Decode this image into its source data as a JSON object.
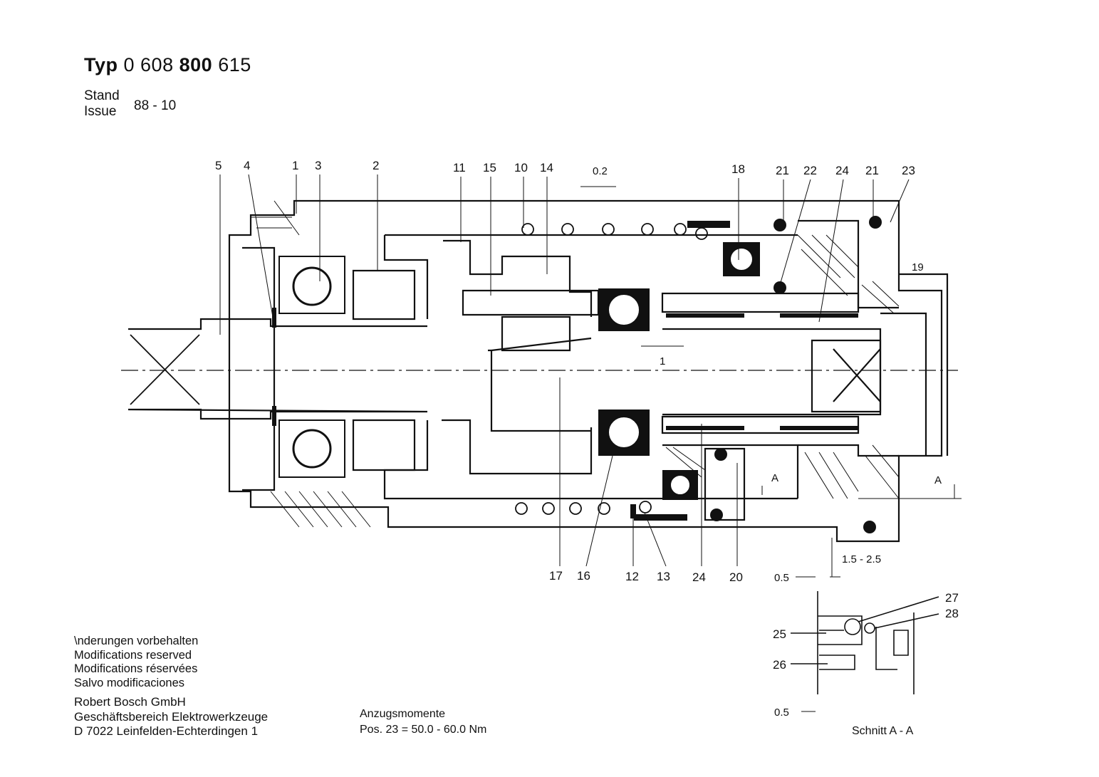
{
  "header": {
    "typ_label": "Typ",
    "typ_part1": "0 608",
    "typ_part2": "800",
    "typ_part3": "615",
    "stand_label": "Stand",
    "issue_label": "Issue",
    "issue_date": "88 - 10"
  },
  "notes": [
    "\\nderungen vorbehalten",
    "Modifications reserved",
    "Modifications réservées",
    "Salvo modificaciones"
  ],
  "company": [
    "Robert Bosch GmbH",
    "Geschäftsbereich Elektrowerkzeuge",
    "D 7022 Leinfelden-Echterdingen 1"
  ],
  "torque": {
    "heading": "Anzugsmomente",
    "line": "Pos.  23  = 50.0 - 60.0 Nm"
  },
  "section_label": "Schnitt A - A",
  "callouts_top": [
    "5",
    "4",
    "1",
    "3",
    "2",
    "11",
    "15",
    "10",
    "14",
    "18",
    "21",
    "22",
    "24",
    "21",
    "23"
  ],
  "callouts_bottom": [
    "17",
    "16",
    "12",
    "13",
    "24",
    "20"
  ],
  "callouts_section": [
    "27",
    "28",
    "25",
    "26"
  ],
  "dimensions": {
    "top_gap": "0.2",
    "shaft_gap": "1",
    "right_dim": "19",
    "section_mark_a": "A",
    "range": "1.5 - 2.5",
    "gap_top": "0.5",
    "gap_bottom": "0.5"
  }
}
